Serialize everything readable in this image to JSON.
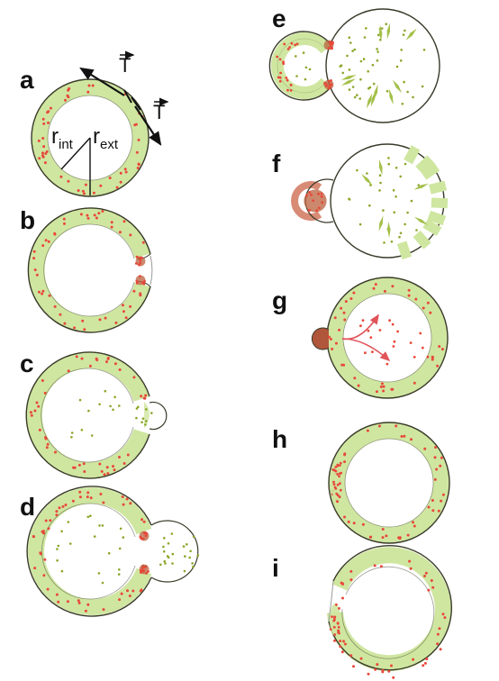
{
  "panels": [
    {
      "id": "a",
      "label": "a"
    },
    {
      "id": "b",
      "label": "b"
    },
    {
      "id": "c",
      "label": "c"
    },
    {
      "id": "d",
      "label": "d"
    },
    {
      "id": "e",
      "label": "e"
    },
    {
      "id": "f",
      "label": "f"
    },
    {
      "id": "g",
      "label": "g"
    },
    {
      "id": "h",
      "label": "h"
    },
    {
      "id": "i",
      "label": "i"
    }
  ],
  "annotations": {
    "tension_symbol": "T",
    "r_internal": "r",
    "r_internal_sub": "int",
    "r_external": "r",
    "r_external_sub": "ext"
  },
  "colors": {
    "shell": "#cfe6a0",
    "outline": "#3a3a2a",
    "red_dot": "#e8483a",
    "green_dot": "#8aa629",
    "arrow_red": "#e0545a"
  }
}
